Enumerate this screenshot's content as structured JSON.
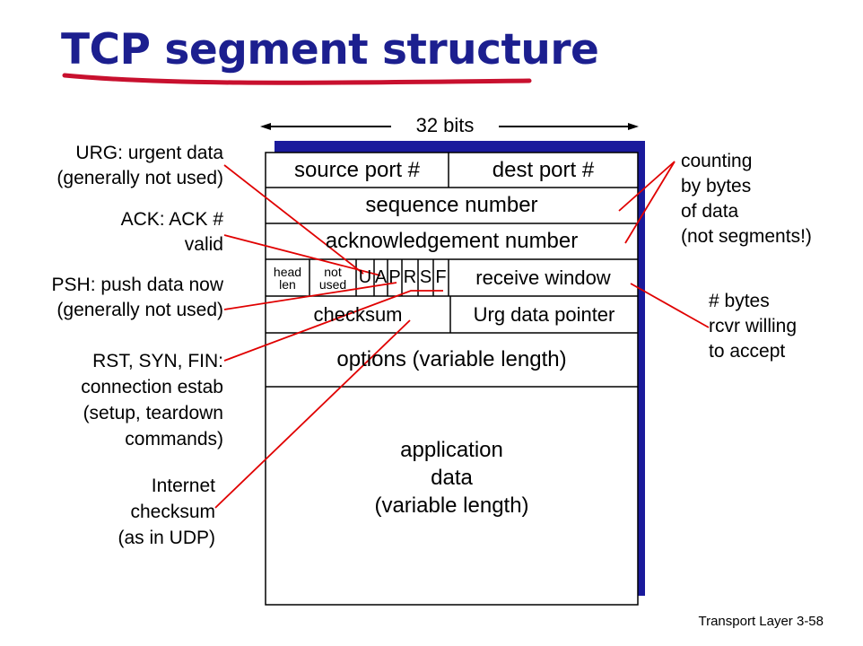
{
  "title": "TCP segment structure",
  "width_label": "32 bits",
  "rows": {
    "source_port": "source port #",
    "dest_port": "dest port #",
    "sequence_number": "sequence number",
    "ack_number": "acknowledgement number",
    "head_len": [
      "head",
      "len"
    ],
    "not_used": [
      "not",
      "used"
    ],
    "flags": [
      "U",
      "A",
      "P",
      "R",
      "S",
      "F"
    ],
    "receive_window": "receive window",
    "checksum": "checksum",
    "urg_pointer": "Urg data pointer",
    "options": "options (variable length)",
    "app_data": [
      "application",
      "data",
      "(variable length)"
    ]
  },
  "annotations_left": {
    "urg": [
      "URG: urgent data",
      "(generally not used)"
    ],
    "ack": [
      "ACK: ACK #",
      "valid"
    ],
    "psh": [
      "PSH: push data now",
      "(generally not used)"
    ],
    "rst": [
      "RST, SYN, FIN:",
      "connection estab",
      "(setup, teardown",
      "commands)"
    ],
    "checksum": [
      "Internet",
      "checksum",
      "(as in UDP)"
    ]
  },
  "annotations_right": {
    "counting": [
      "counting",
      "by bytes",
      "of data",
      "(not segments!)"
    ],
    "bytes": [
      "# bytes",
      "rcvr willing",
      "to accept"
    ]
  },
  "footer": "Transport Layer 3-58",
  "colors": {
    "title": "#1c1f8f",
    "underline": "#c8102e",
    "shadow": "#1a1a9c",
    "pointer_lines": "#e00000"
  }
}
